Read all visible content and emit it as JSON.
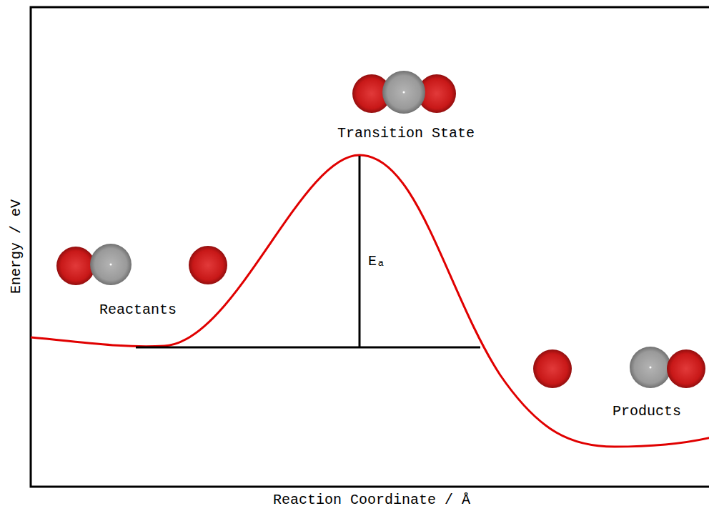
{
  "diagram": {
    "labels": [
      "Transition State",
      "Energy / eV",
      "Eₐ",
      "Reactants",
      "Products",
      "Reaction Coordinate / Å"
    ]
  }
}
